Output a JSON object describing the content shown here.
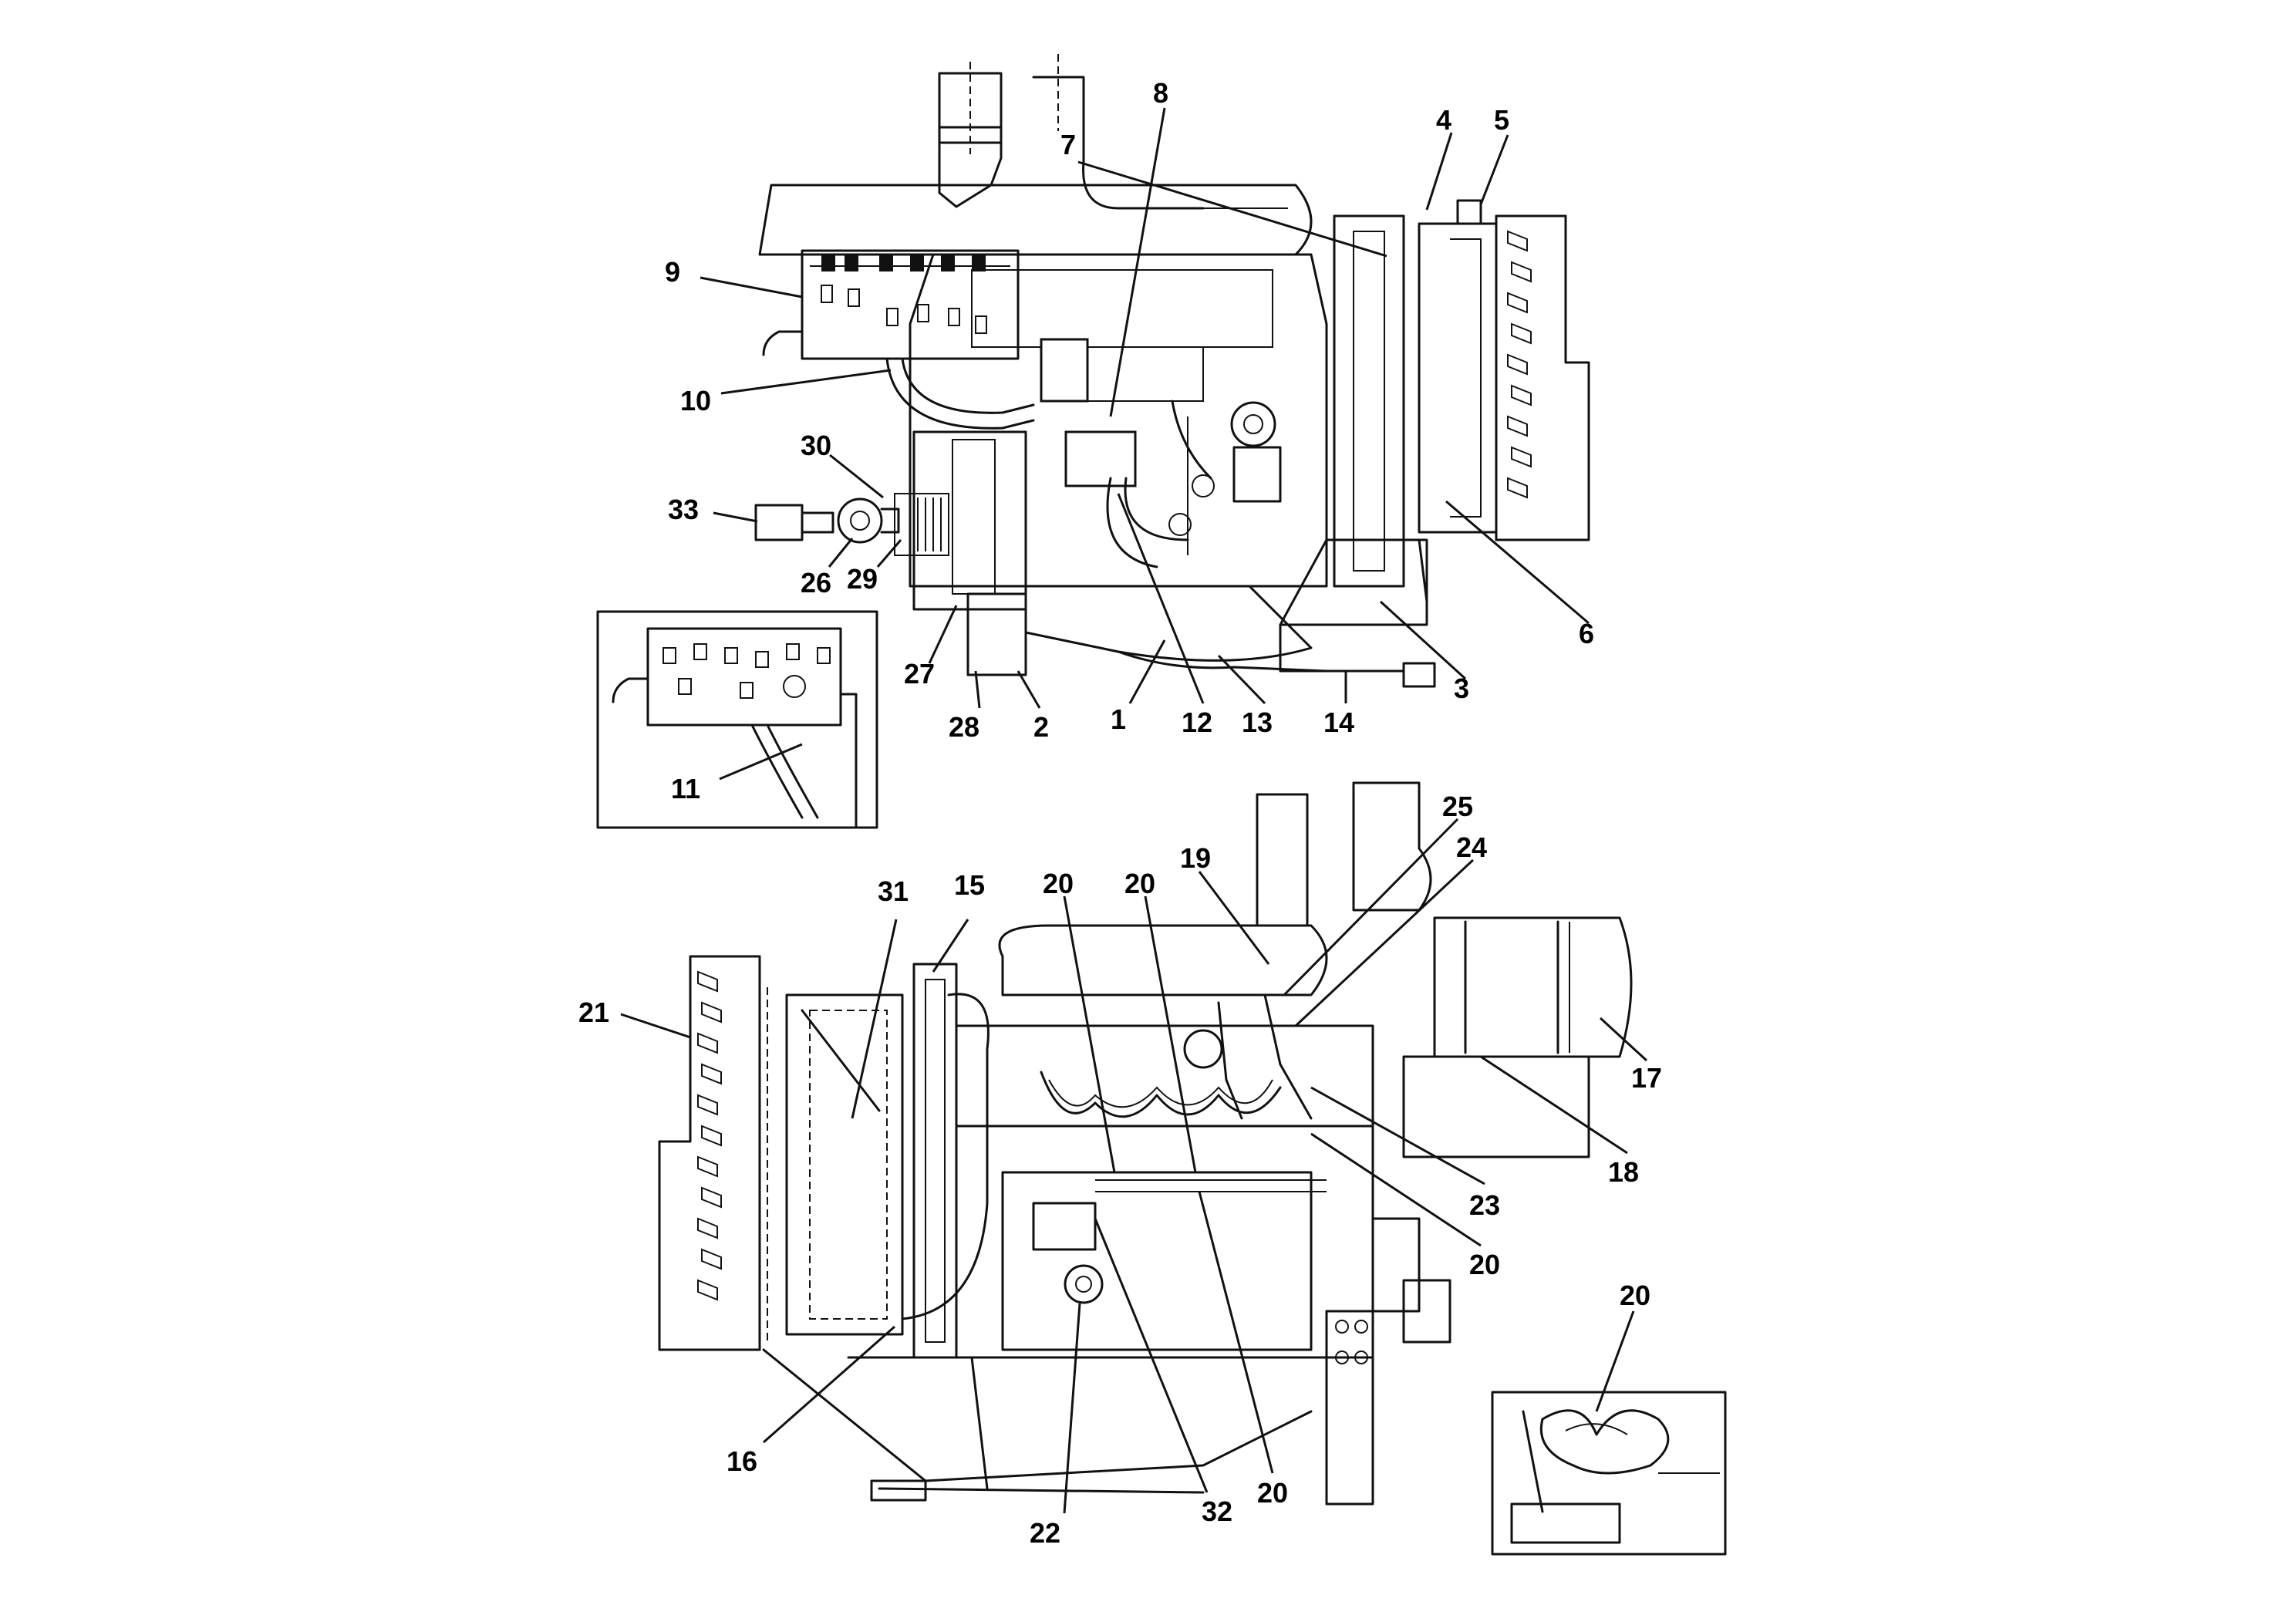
{
  "figure": {
    "top_view": {
      "callouts": [
        "8",
        "4",
        "5",
        "7",
        "9",
        "10",
        "30",
        "33",
        "26",
        "29",
        "6",
        "27",
        "3",
        "1",
        "12",
        "13",
        "14",
        "28",
        "2"
      ]
    },
    "top_inset": {
      "callouts": [
        "11"
      ]
    },
    "bottom_view": {
      "callouts": [
        "25",
        "24",
        "19",
        "20",
        "20",
        "31",
        "15",
        "21",
        "17",
        "18",
        "23",
        "20",
        "16",
        "22",
        "32",
        "20"
      ]
    },
    "bottom_inset": {
      "callouts": [
        "20"
      ]
    }
  }
}
